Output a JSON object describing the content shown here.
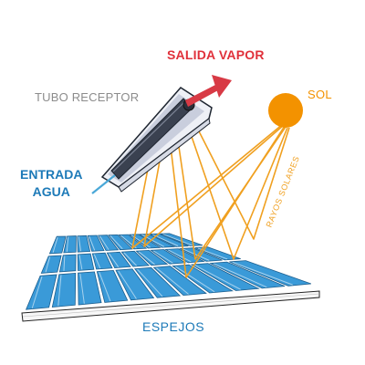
{
  "labels": {
    "outlet": "SALIDA VAPOR",
    "receiver_tube": "TUBO RECEPTOR",
    "sun": "SOL",
    "inlet_line1": "ENTRADA",
    "inlet_line2": "AGUA",
    "sun_rays": "RAYOS SOLARES",
    "mirrors": "ESPEJOS"
  },
  "colors": {
    "outlet_text": "#e0303a",
    "outlet_arrow": "#d83a45",
    "receiver_text": "#8c8c8c",
    "sun_fill": "#f39200",
    "ray_line": "#f0a020",
    "inlet_text": "#1d7ab8",
    "inlet_pipe": "#4aa8d8",
    "mirror_fill": "#3a9ad8",
    "mirror_edge": "#1d5f8f",
    "frame": "#f5f5f5",
    "tube_dark": "#2f3642",
    "mirrors_text": "#1d7ab8"
  },
  "icons": {
    "sun": "sun-circle",
    "outlet": "arrow-up-right",
    "inlet": "pipe-line"
  }
}
